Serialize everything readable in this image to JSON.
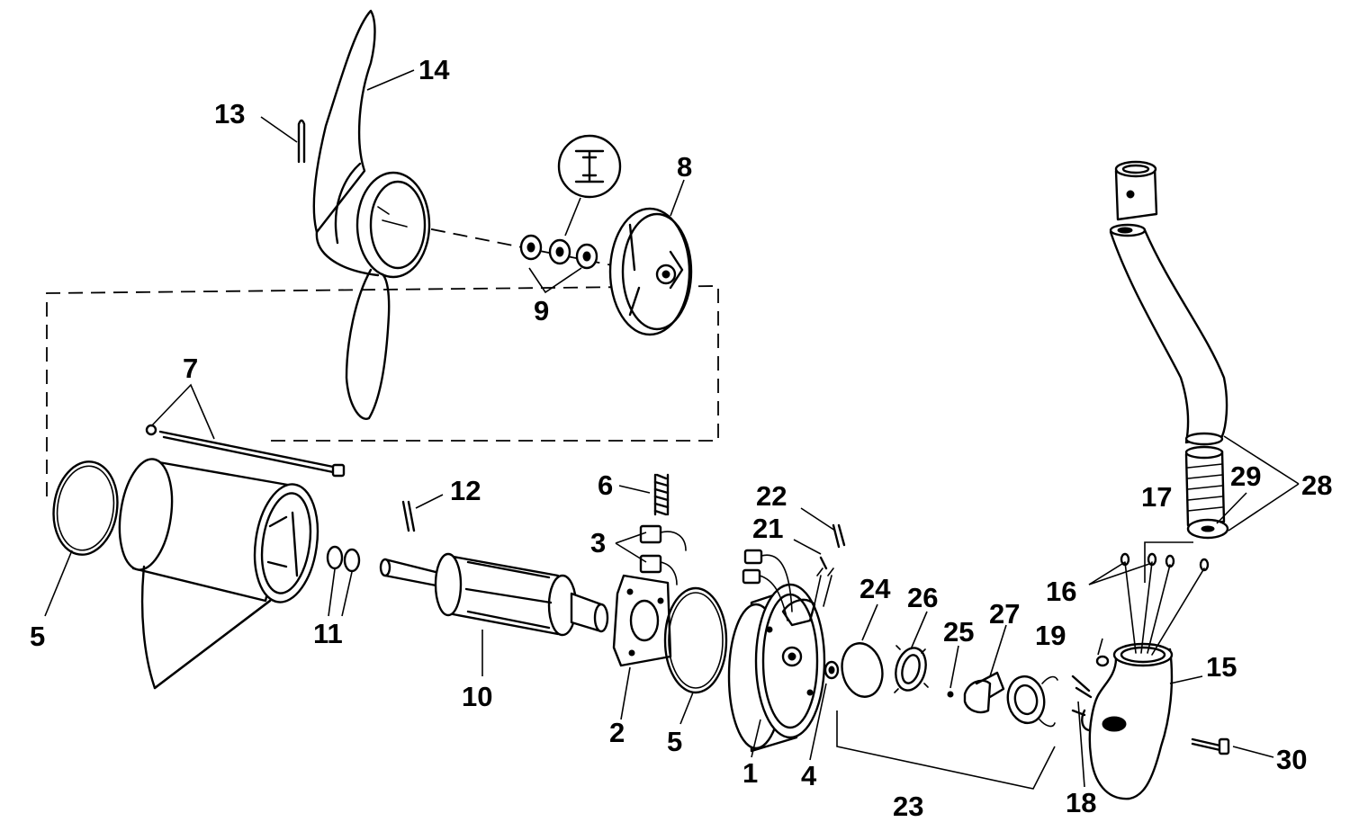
{
  "callouts": [
    {
      "key": "c1",
      "label": "1"
    },
    {
      "key": "c2",
      "label": "2"
    },
    {
      "key": "c3",
      "label": "3"
    },
    {
      "key": "c4",
      "label": "4"
    },
    {
      "key": "c5a",
      "label": "5"
    },
    {
      "key": "c5b",
      "label": "5"
    },
    {
      "key": "c6",
      "label": "6"
    },
    {
      "key": "c7",
      "label": "7"
    },
    {
      "key": "c8",
      "label": "8"
    },
    {
      "key": "c9",
      "label": "9"
    },
    {
      "key": "c10",
      "label": "10"
    },
    {
      "key": "c11",
      "label": "11"
    },
    {
      "key": "c12",
      "label": "12"
    },
    {
      "key": "c13",
      "label": "13"
    },
    {
      "key": "c14",
      "label": "14"
    },
    {
      "key": "c15",
      "label": "15"
    },
    {
      "key": "c16",
      "label": "16"
    },
    {
      "key": "c17",
      "label": "17"
    },
    {
      "key": "c18",
      "label": "18"
    },
    {
      "key": "c19",
      "label": "19"
    },
    {
      "key": "c21",
      "label": "21"
    },
    {
      "key": "c22",
      "label": "22"
    },
    {
      "key": "c23",
      "label": "23"
    },
    {
      "key": "c24",
      "label": "24"
    },
    {
      "key": "c25",
      "label": "25"
    },
    {
      "key": "c26",
      "label": "26"
    },
    {
      "key": "c27",
      "label": "27"
    },
    {
      "key": "c28",
      "label": "28"
    },
    {
      "key": "c29",
      "label": "29"
    },
    {
      "key": "c30",
      "label": "30"
    }
  ]
}
